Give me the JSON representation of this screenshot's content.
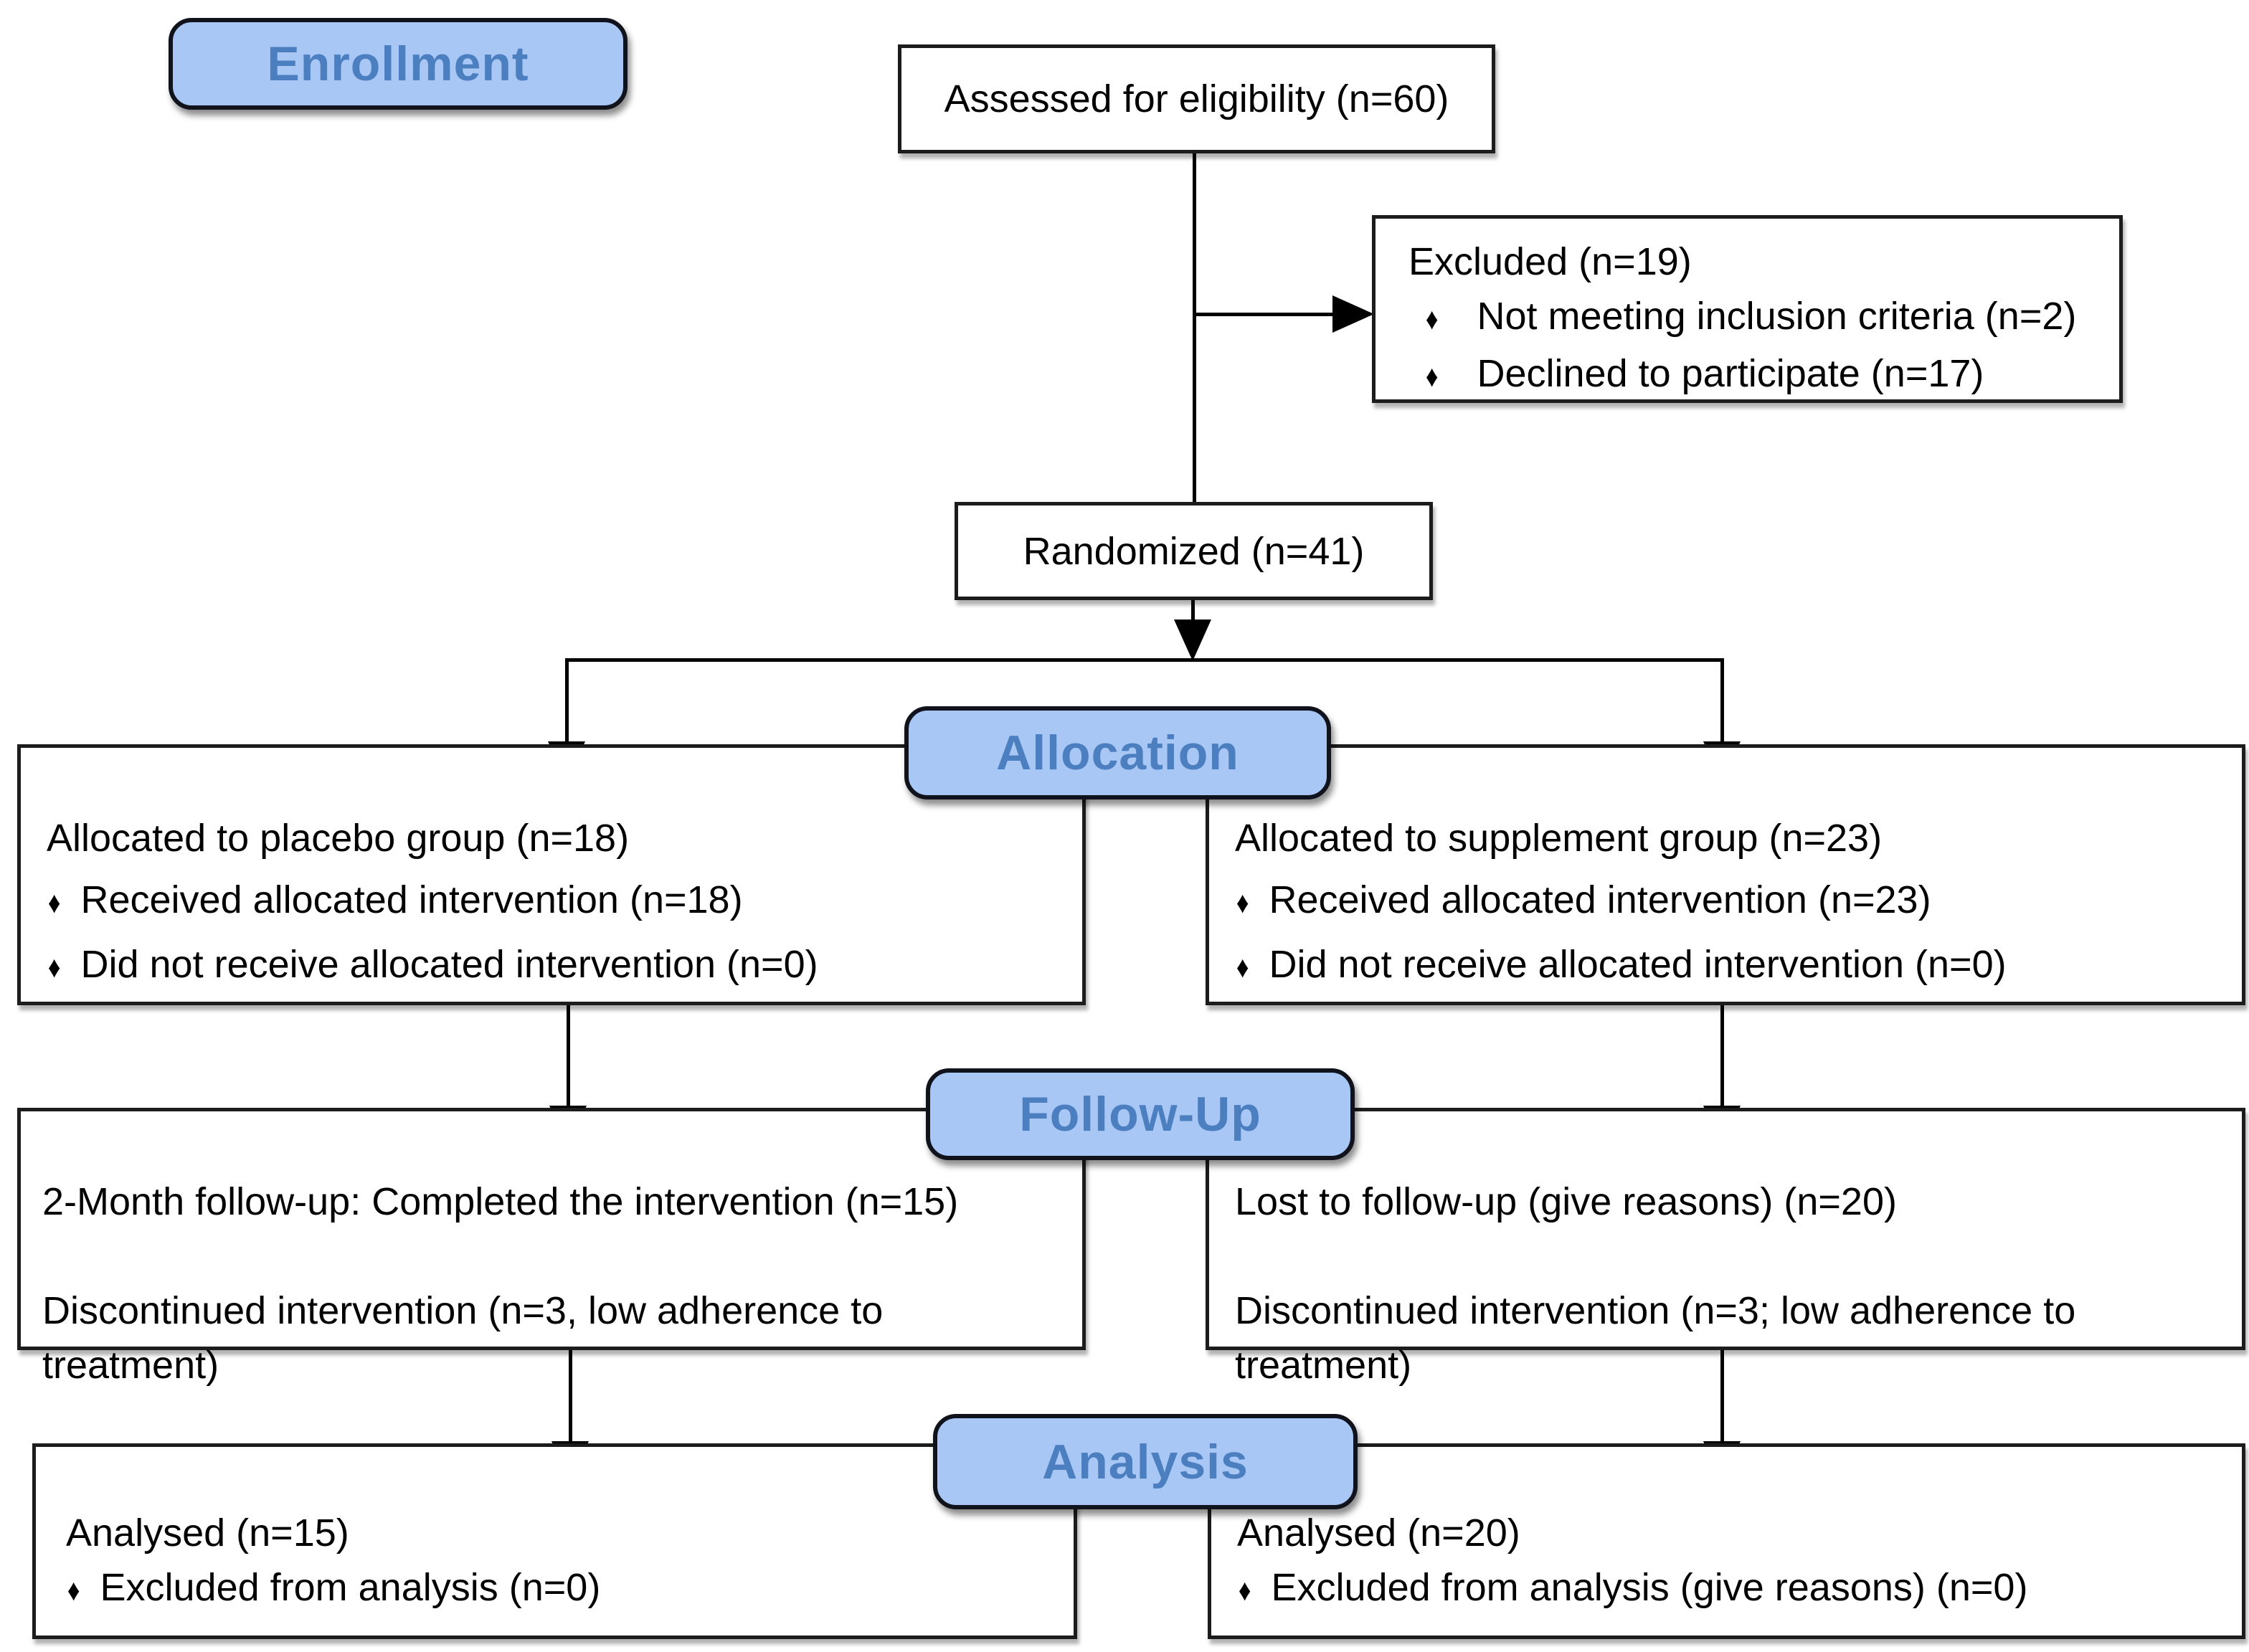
{
  "diagram_title": "CONSORT participant flow diagram",
  "stages": {
    "enrollment": "Enrollment",
    "allocation": "Allocation",
    "followup": "Follow-Up",
    "analysis": "Analysis"
  },
  "boxes": {
    "assessed": {
      "text": "Assessed for eligibility (n=60)"
    },
    "excluded": {
      "title": "Excluded (n=19)",
      "bullets": [
        "Not meeting inclusion criteria (n=2)",
        "Declined to participate (n=17)"
      ]
    },
    "randomized": {
      "text": "Randomized (n=41)"
    },
    "allocation_left": {
      "title": "Allocated to placebo group (n=18)",
      "bullets": [
        "Received allocated intervention (n=18)",
        "Did not receive allocated intervention (n=0)"
      ]
    },
    "allocation_right": {
      "title": "Allocated to supplement group (n=23)",
      "bullets": [
        "Received allocated intervention (n=23)",
        "Did not receive allocated intervention (n=0)"
      ]
    },
    "followup_left": {
      "line1": "2-Month follow-up: Completed the intervention (n=15)",
      "line2": "Discontinued intervention (n=3, low adherence to treatment)"
    },
    "followup_right": {
      "line1": "Lost to follow-up (give reasons) (n=20)",
      "line2": "Discontinued intervention (n=3; low adherence to treatment)"
    },
    "analysis_left": {
      "title": "Analysed (n=15)",
      "bullets": [
        "Excluded from analysis (n=0)"
      ]
    },
    "analysis_right": {
      "title": "Analysed (n=20)",
      "bullets": [
        "Excluded from analysis (give reasons) (n=0)"
      ]
    }
  },
  "bullet_glyph": "♦",
  "colors": {
    "badge_fill": "#A9C7F5",
    "badge_text": "#4C7FBF",
    "badge_border": "#11131C",
    "box_border": "#1C1C1C",
    "connector": "#000000"
  }
}
